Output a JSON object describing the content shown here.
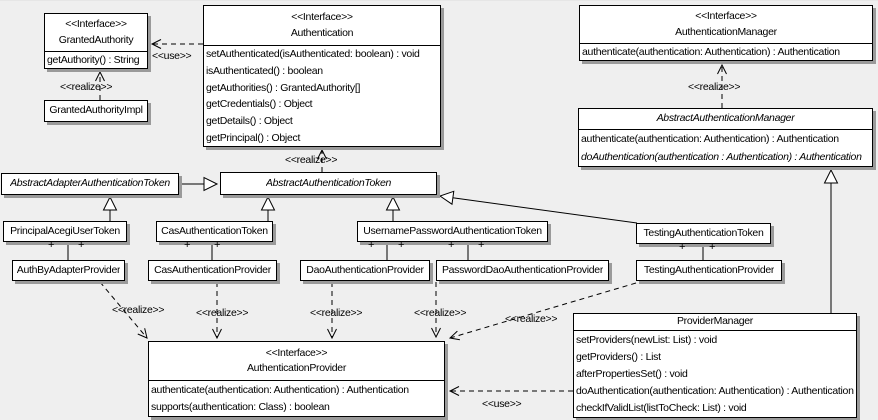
{
  "diagram": {
    "background_color": "#efefef",
    "box_fill_color": "#ffffff",
    "line_color": "#000000",
    "shadow_color": "#9a9a9a"
  },
  "labels": {
    "use": "<<use>>",
    "realize": "<<realize>>",
    "plus": "+"
  },
  "classes": {
    "granted_authority": {
      "stereotype": "<<Interface>>",
      "name": "GrantedAuthority",
      "methods": [
        "getAuthority() : String"
      ]
    },
    "granted_authority_impl": {
      "name": "GrantedAuthorityImpl"
    },
    "authentication": {
      "stereotype": "<<Interface>>",
      "name": "Authentication",
      "methods": [
        "setAuthenticated(isAuthenticated: boolean) : void",
        "isAuthenticated() : boolean",
        "getAuthorities() : GrantedAuthority[]",
        "getCredentials() : Object",
        "getDetails() : Object",
        "getPrincipal() : Object"
      ]
    },
    "authentication_manager": {
      "stereotype": "<<Interface>>",
      "name": "AuthenticationManager",
      "methods": [
        "authenticate(authentication: Authentication) : Authentication"
      ]
    },
    "abstract_authentication_manager": {
      "name": "AbstractAuthenticationManager",
      "methods": [
        "authenticate(authentication: Authentication) : Authentication",
        "doAuthentication(authentication : Authentication) : Authentication"
      ]
    },
    "abstract_adapter_authentication_token": {
      "name": "AbstractAdapterAuthenticationToken"
    },
    "abstract_authentication_token": {
      "name": "AbstractAuthenticationToken"
    },
    "principal_acegi_user_token": {
      "name": "PrincipalAcegiUserToken"
    },
    "cas_authentication_token": {
      "name": "CasAuthenticationToken"
    },
    "username_password_authentication_token": {
      "name": "UsernamePasswordAuthenticationToken"
    },
    "testing_authentication_token": {
      "name": "TestingAuthenticationToken"
    },
    "auth_by_adapter_provider": {
      "name": "AuthByAdapterProvider"
    },
    "cas_authentication_provider": {
      "name": "CasAuthenticationProvider"
    },
    "dao_authentication_provider": {
      "name": "DaoAuthenticationProvider"
    },
    "password_dao_authentication_provider": {
      "name": "PasswordDaoAuthenticationProvider"
    },
    "testing_authentication_provider": {
      "name": "TestingAuthenticationProvider"
    },
    "provider_manager": {
      "name": "ProviderManager",
      "methods": [
        "setProviders(newList: List) : void",
        "getProviders() : List",
        "afterPropertiesSet() : void",
        "doAuthentication(authentication: Authentication) : Authentication",
        "checkIfValidList(listToCheck: List) : void"
      ]
    },
    "authentication_provider": {
      "stereotype": "<<Interface>>",
      "name": "AuthenticationProvider",
      "methods": [
        "authenticate(authentication: Authentication) : Authentication",
        "supports(authentication: Class) : boolean"
      ]
    }
  }
}
